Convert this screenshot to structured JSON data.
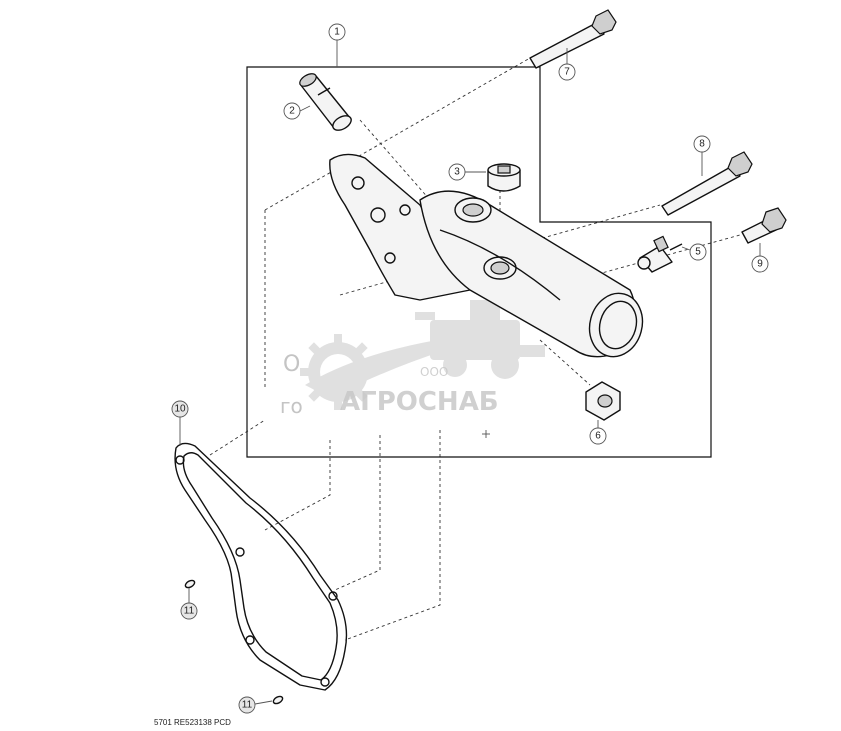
{
  "callouts": [
    {
      "id": "1",
      "label": "1"
    },
    {
      "id": "2",
      "label": "2"
    },
    {
      "id": "3",
      "label": "3"
    },
    {
      "id": "5",
      "label": "5"
    },
    {
      "id": "6",
      "label": "6"
    },
    {
      "id": "7",
      "label": "7"
    },
    {
      "id": "8",
      "label": "8"
    },
    {
      "id": "9",
      "label": "9"
    },
    {
      "id": "10",
      "label": "10"
    },
    {
      "id": "11a",
      "label": "11"
    },
    {
      "id": "11b",
      "label": "11"
    }
  ],
  "watermark": {
    "company_prefix": "ООО",
    "company_name": "АГРОСНАБ",
    "partial_text_1": "О",
    "partial_text_2": "го",
    "colors": {
      "watermark": "#c8c8c8"
    }
  },
  "footer_code": "5701  RE523138  PCD"
}
